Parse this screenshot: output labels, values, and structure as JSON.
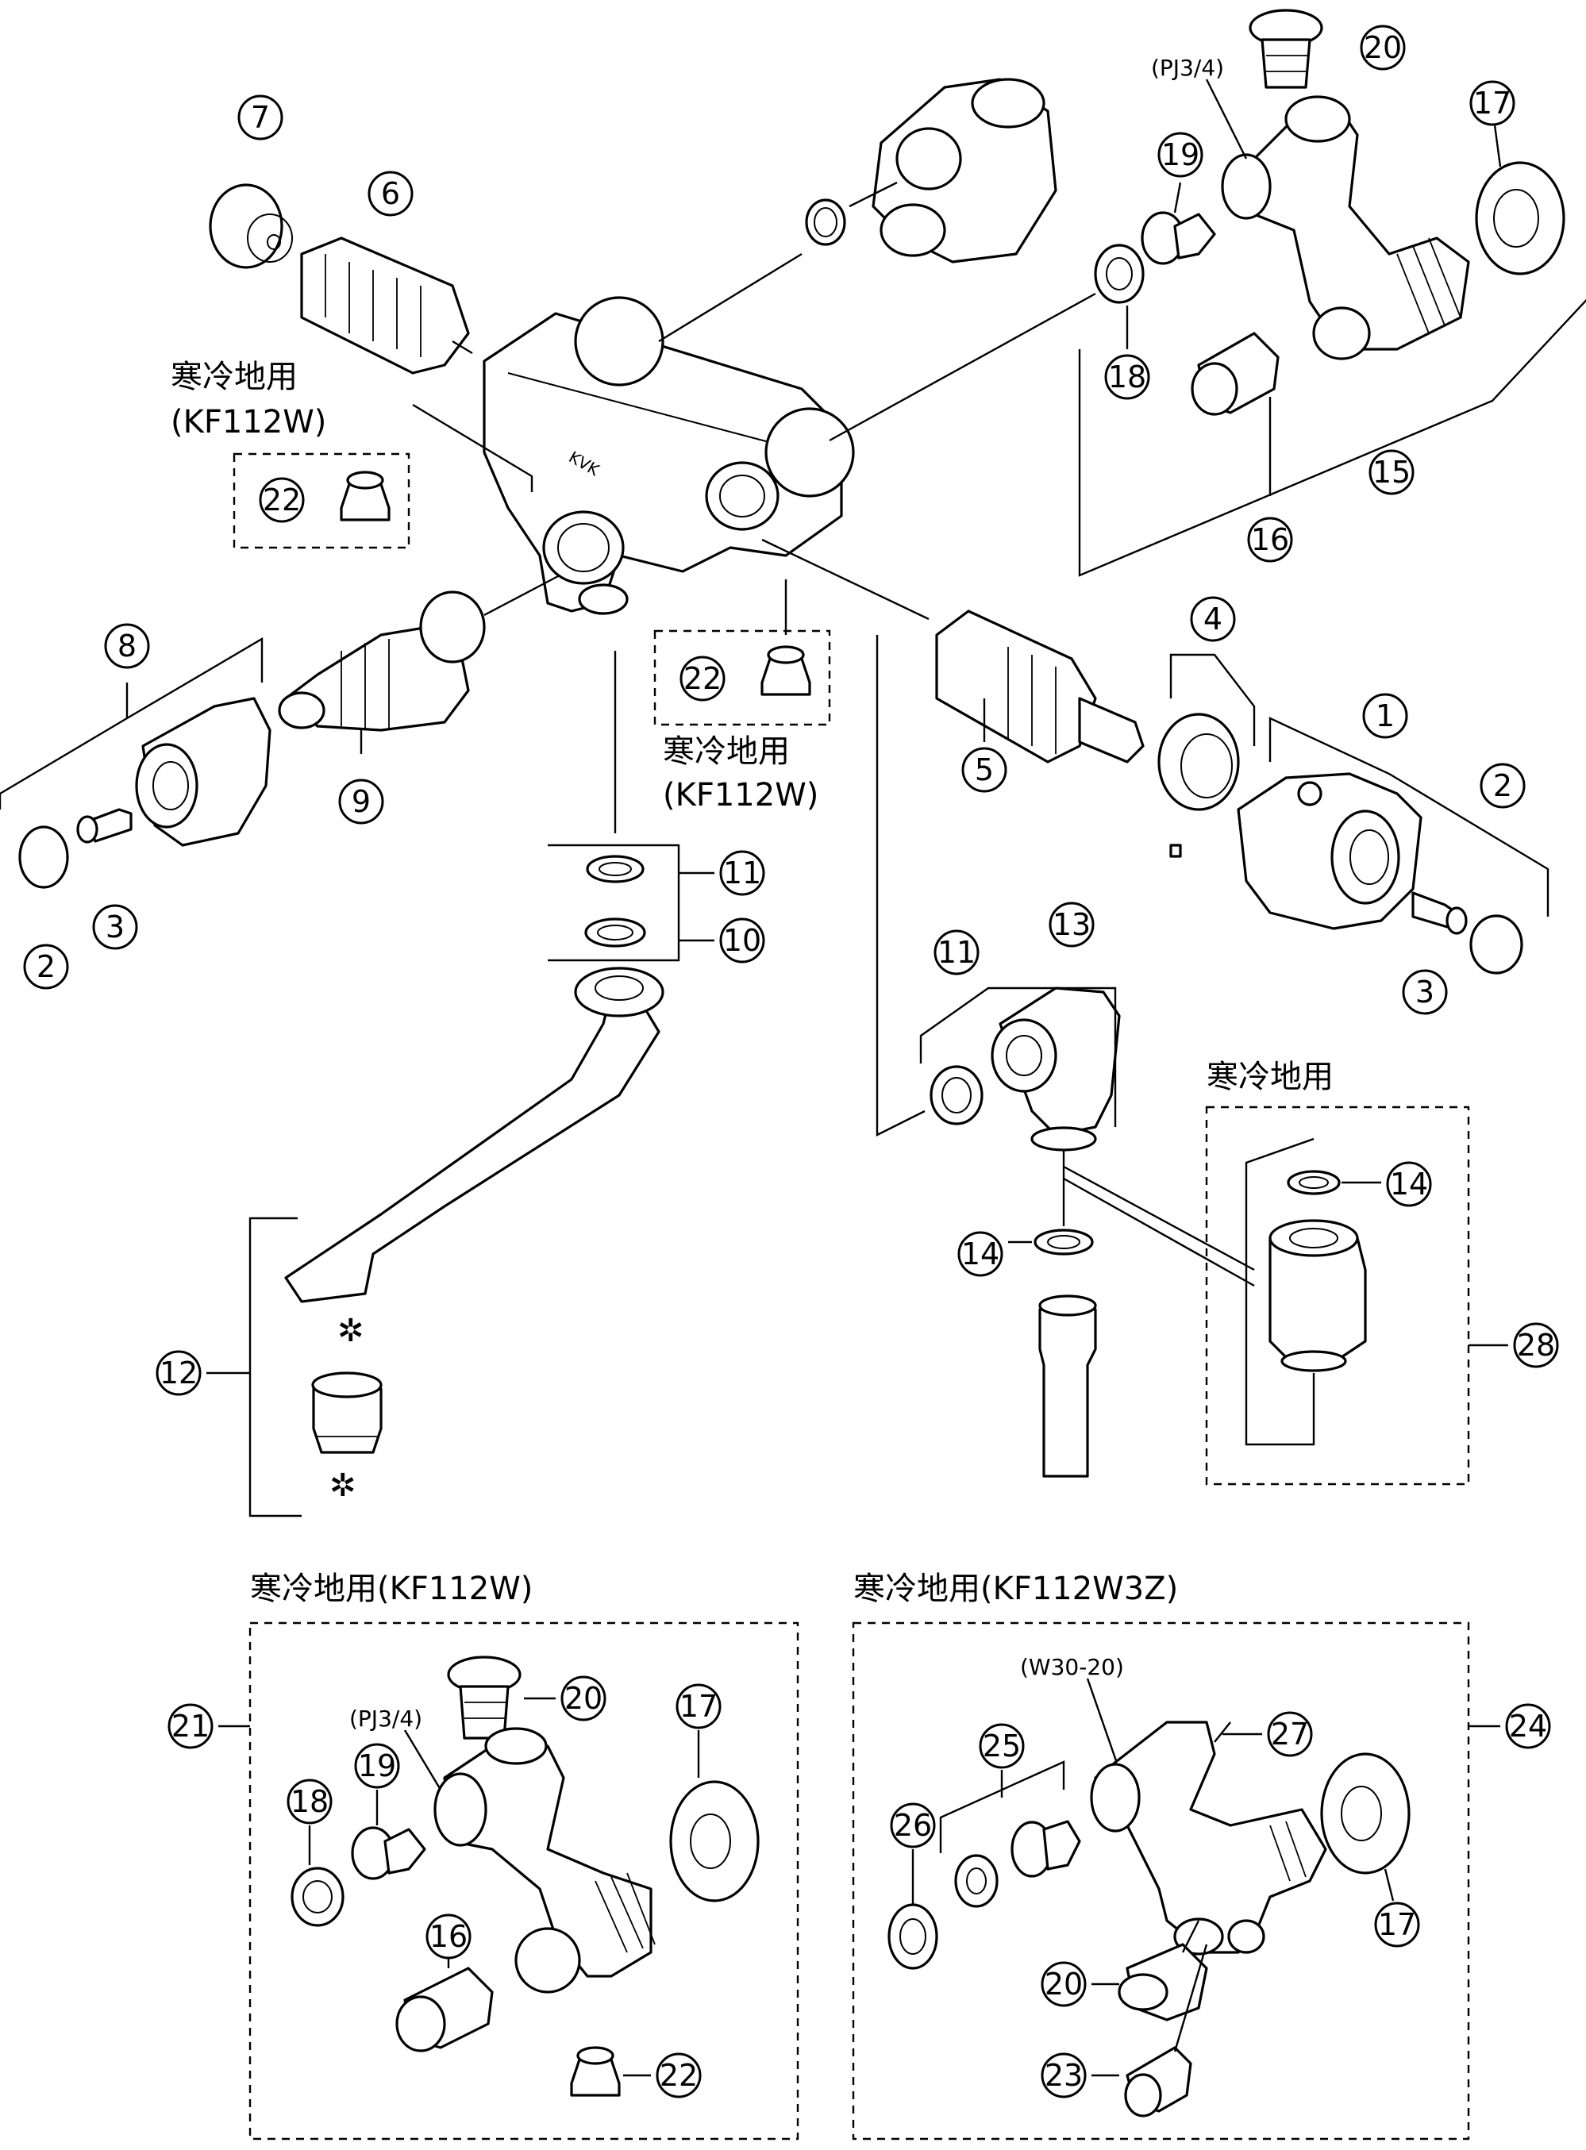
{
  "labels": {
    "cold_region": "寒冷地用",
    "cold_region_kf112w_paren": "(KF112W)",
    "cold_region_kf112w": "寒冷地用(KF112W)",
    "cold_region_kf112w3z": "寒冷地用(KF112W3Z)",
    "pj34": "(PJ3/4)",
    "w30_20": "(W30-20)",
    "brand": "KVK"
  },
  "callouts": [
    "1",
    "2",
    "3",
    "4",
    "5",
    "6",
    "7",
    "8",
    "9",
    "10",
    "11",
    "12",
    "13",
    "14",
    "15",
    "16",
    "17",
    "18",
    "19",
    "20",
    "21",
    "22",
    "23",
    "24",
    "25",
    "26",
    "27",
    "28"
  ]
}
